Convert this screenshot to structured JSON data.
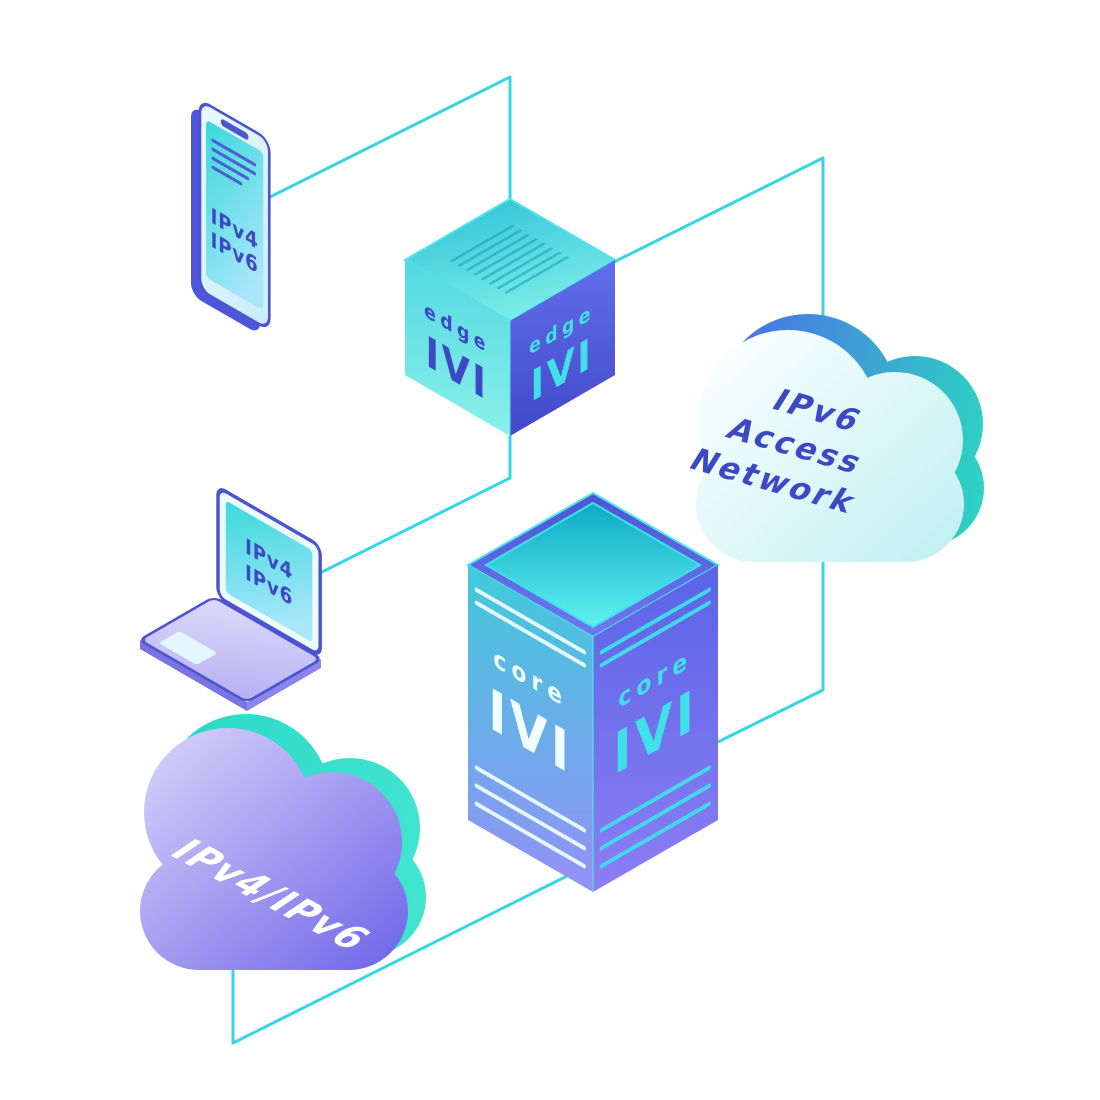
{
  "illustration": {
    "phone": {
      "line1": "IPv4",
      "line2": "IPv6"
    },
    "laptop": {
      "line1": "IPv4",
      "line2": "IPv6"
    },
    "edge_router": {
      "role": "edge",
      "device": "IVI"
    },
    "core_router": {
      "role": "core",
      "device": "IVI"
    },
    "access_cloud": {
      "line1": "IPv6",
      "line2": "Access",
      "line3": "Network"
    },
    "dual_stack_cloud": {
      "label": "IPv4/IPv6"
    },
    "palette": {
      "connector_cyan": "#35D6E2",
      "indigo_text": "#3D49C4",
      "cyan_text": "#3FE0E8",
      "cloud_purple": "#6A60E8",
      "cloud_teal": "#2BD9C0",
      "light_text": "#EFFEFF"
    }
  }
}
